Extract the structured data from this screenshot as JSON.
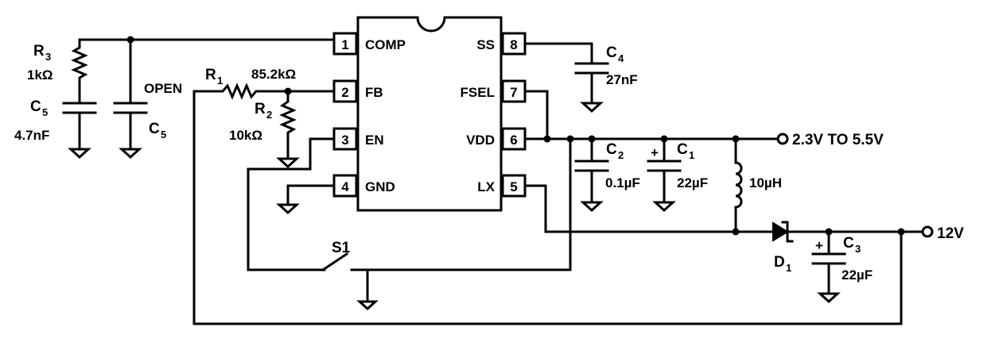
{
  "ic": {
    "pins": [
      {
        "num": "1",
        "name": "COMP"
      },
      {
        "num": "2",
        "name": "FB"
      },
      {
        "num": "3",
        "name": "EN"
      },
      {
        "num": "4",
        "name": "GND"
      },
      {
        "num": "8",
        "name": "SS"
      },
      {
        "num": "7",
        "name": "FSEL"
      },
      {
        "num": "6",
        "name": "VDD"
      },
      {
        "num": "5",
        "name": "LX"
      }
    ]
  },
  "components": {
    "r3": {
      "letter": "R",
      "sub": "3",
      "value": "1kΩ"
    },
    "c5a": {
      "letter": "C",
      "sub": "5",
      "value": "4.7nF"
    },
    "c5b": {
      "letter": "C",
      "sub": "5"
    },
    "r1": {
      "letter": "R",
      "sub": "1",
      "value": "85.2kΩ"
    },
    "r2": {
      "letter": "R",
      "sub": "2",
      "value": "10kΩ"
    },
    "c4": {
      "letter": "C",
      "sub": "4",
      "value": "27nF"
    },
    "c2": {
      "letter": "C",
      "sub": "2",
      "value": "0.1µF"
    },
    "c1": {
      "letter": "C",
      "sub": "1",
      "value": "22µF"
    },
    "l1": {
      "value": "10µH"
    },
    "d1": {
      "letter": "D",
      "sub": "1"
    },
    "c3": {
      "letter": "C",
      "sub": "3",
      "value": "22µF"
    },
    "s1": {
      "label": "S1"
    }
  },
  "labels": {
    "open": "OPEN",
    "vin": "2.3V TO 5.5V",
    "vout": "12V",
    "plus": "+"
  }
}
